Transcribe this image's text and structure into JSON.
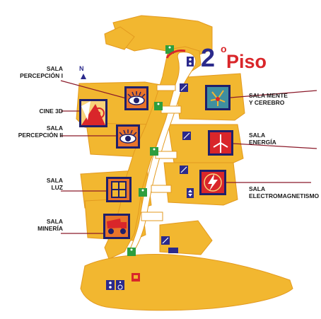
{
  "title": {
    "number": "2",
    "ordinal": "o",
    "word": "Piso"
  },
  "compass": {
    "label": "N"
  },
  "rooms": [
    {
      "id": "percepcion-1",
      "line1": "SALA",
      "line2": "PERCEPCIÓN I",
      "icon": "eye-icon"
    },
    {
      "id": "cine-3d",
      "line1": "CINE 3D",
      "line2": "",
      "icon": "film-reel-icon"
    },
    {
      "id": "percepcion-2",
      "line1": "SALA",
      "line2": "PERCEPCIÓN II",
      "icon": "eye-icon"
    },
    {
      "id": "luz",
      "line1": "SALA",
      "line2": "LUZ",
      "icon": "window-icon"
    },
    {
      "id": "mineria",
      "line1": "SALA",
      "line2": "MINERÍA",
      "icon": "dump-truck-icon"
    },
    {
      "id": "mente-cerebro",
      "line1": "SALA MENTE",
      "line2": "Y CEREBRO",
      "icon": "neuron-icon"
    },
    {
      "id": "energia",
      "line1": "SALA",
      "line2": "ENERGÍA",
      "icon": "wind-turbine-icon"
    },
    {
      "id": "electromagnetismo",
      "line1": "SALA",
      "line2": "ELECTROMAGNETISMO",
      "icon": "lightning-icon"
    }
  ],
  "facilities": [
    "emergency-exit-icon",
    "stairs-icon",
    "restroom-icon",
    "wheelchair-icon",
    "elevator-icon",
    "cafeteria-icon"
  ],
  "colors": {
    "floor": "#f2b730",
    "floor_dark": "#e39a1f",
    "room_line": "#8b1a2a",
    "icon_frame": "#1f1f6b",
    "title_blue": "#2b2a8c",
    "title_red": "#d9262a",
    "exit_green": "#2e9e3e",
    "stairs_blue": "#2b2a8c"
  }
}
